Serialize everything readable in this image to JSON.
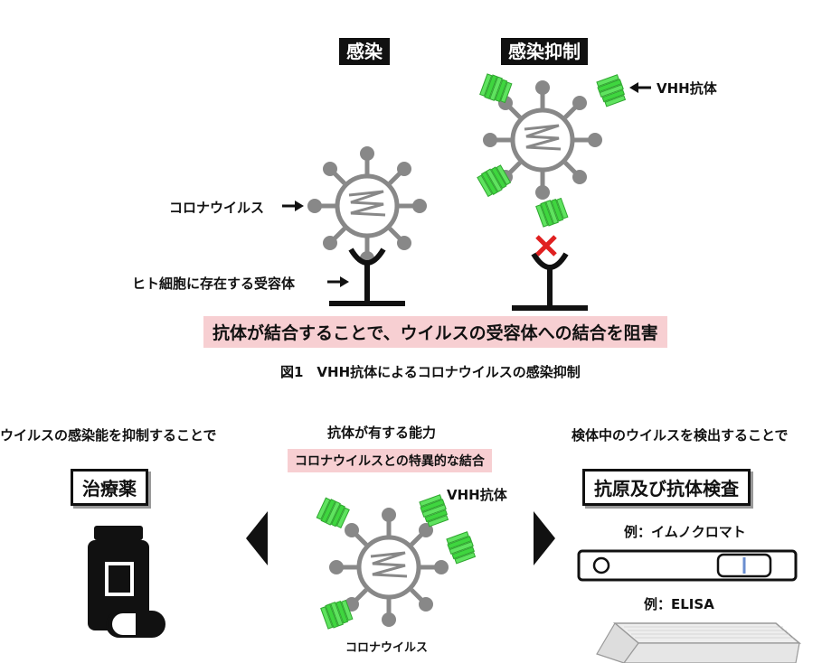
{
  "top": {
    "infection_label": "感染",
    "inhibition_label": "感染抑制",
    "vhh_label": "VHH抗体",
    "corona_label": "コロナウイルス",
    "receptor_label": "ヒト細胞に存在する受容体",
    "pink_banner": "抗体が結合することで、ウイルスの受容体への結合を阻害",
    "caption": "図1　VHH抗体によるコロナウイルスの感染抑制"
  },
  "bottom": {
    "left_heading": "ウイルスの感染能を抑制することで",
    "left_box": "治療薬",
    "center_heading": "抗体が有する能力",
    "center_pink": "コロナウイルスとの特異的な結合",
    "center_vhh": "VHH抗体",
    "center_corona": "コロナウイルス",
    "right_heading": "検体中のウイルスを検出することで",
    "right_box": "抗原及び抗体検査",
    "example1": "例：イムノクロマト",
    "example2": "例：ELISA"
  },
  "colors": {
    "virus_gray": "#888888",
    "antibody_green": "#3fd63f",
    "x_red": "#e02020",
    "pink": "#f7cfd2"
  }
}
